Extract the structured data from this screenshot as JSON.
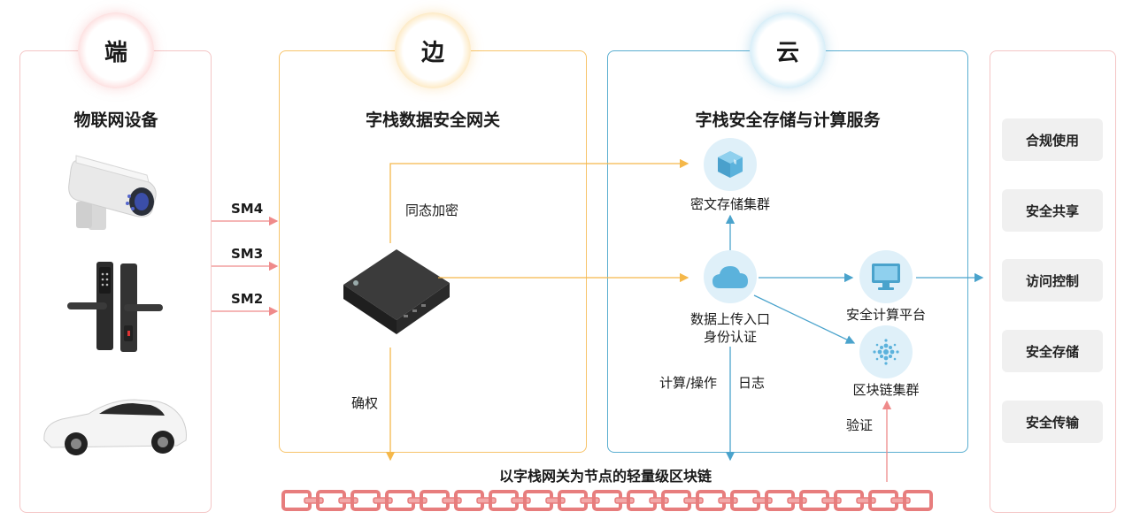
{
  "badges": {
    "end": "端",
    "edge": "边",
    "cloud": "云"
  },
  "titles": {
    "end": "物联网设备",
    "edge": "字栈数据安全网关",
    "cloud": "字栈安全存储与计算服务"
  },
  "protocols": [
    "SM4",
    "SM3",
    "SM2"
  ],
  "edge_labels": {
    "encrypt": "同态加密",
    "rights": "确权"
  },
  "cloud_nodes": {
    "storage": "密文存储集群",
    "upload_line1": "数据上传入口",
    "upload_line2": "身份认证",
    "compute": "安全计算平台",
    "blockchain": "区块链集群",
    "compute_ops": "计算/操作",
    "log": "日志",
    "verify": "验证"
  },
  "chain_label": "以字栈网关为节点的轻量级区块链",
  "right_items": [
    "合规使用",
    "安全共享",
    "访问控制",
    "安全存储",
    "安全传输"
  ],
  "colors": {
    "red_arrow": "#ef8a8a",
    "orange_arrow": "#f5b84a",
    "blue_arrow": "#4aa3cc",
    "chain": "#e77d7d"
  }
}
